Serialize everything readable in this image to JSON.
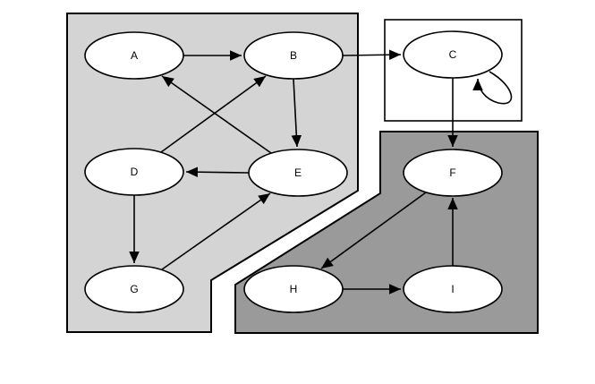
{
  "diagram": {
    "nodes": [
      {
        "id": "A",
        "label": "A",
        "region": "light"
      },
      {
        "id": "B",
        "label": "B",
        "region": "light"
      },
      {
        "id": "C",
        "label": "C",
        "region": "white-box"
      },
      {
        "id": "D",
        "label": "D",
        "region": "light"
      },
      {
        "id": "E",
        "label": "E",
        "region": "light"
      },
      {
        "id": "F",
        "label": "F",
        "region": "dark"
      },
      {
        "id": "G",
        "label": "G",
        "region": "light"
      },
      {
        "id": "H",
        "label": "H",
        "region": "dark"
      },
      {
        "id": "I",
        "label": "I",
        "region": "dark"
      }
    ],
    "edges": [
      {
        "from": "A",
        "to": "B"
      },
      {
        "from": "B",
        "to": "C"
      },
      {
        "from": "B",
        "to": "E"
      },
      {
        "from": "E",
        "to": "A"
      },
      {
        "from": "D",
        "to": "B"
      },
      {
        "from": "E",
        "to": "D"
      },
      {
        "from": "D",
        "to": "G"
      },
      {
        "from": "G",
        "to": "E"
      },
      {
        "from": "C",
        "to": "C",
        "type": "self-loop"
      },
      {
        "from": "C",
        "to": "F"
      },
      {
        "from": "F",
        "to": "H"
      },
      {
        "from": "H",
        "to": "I"
      },
      {
        "from": "I",
        "to": "F"
      }
    ],
    "colors": {
      "light_region": "#d4d4d4",
      "dark_region": "#9a9a9a",
      "node_fill": "#ffffff",
      "stroke": "#000000",
      "background": "#ffffff"
    }
  }
}
